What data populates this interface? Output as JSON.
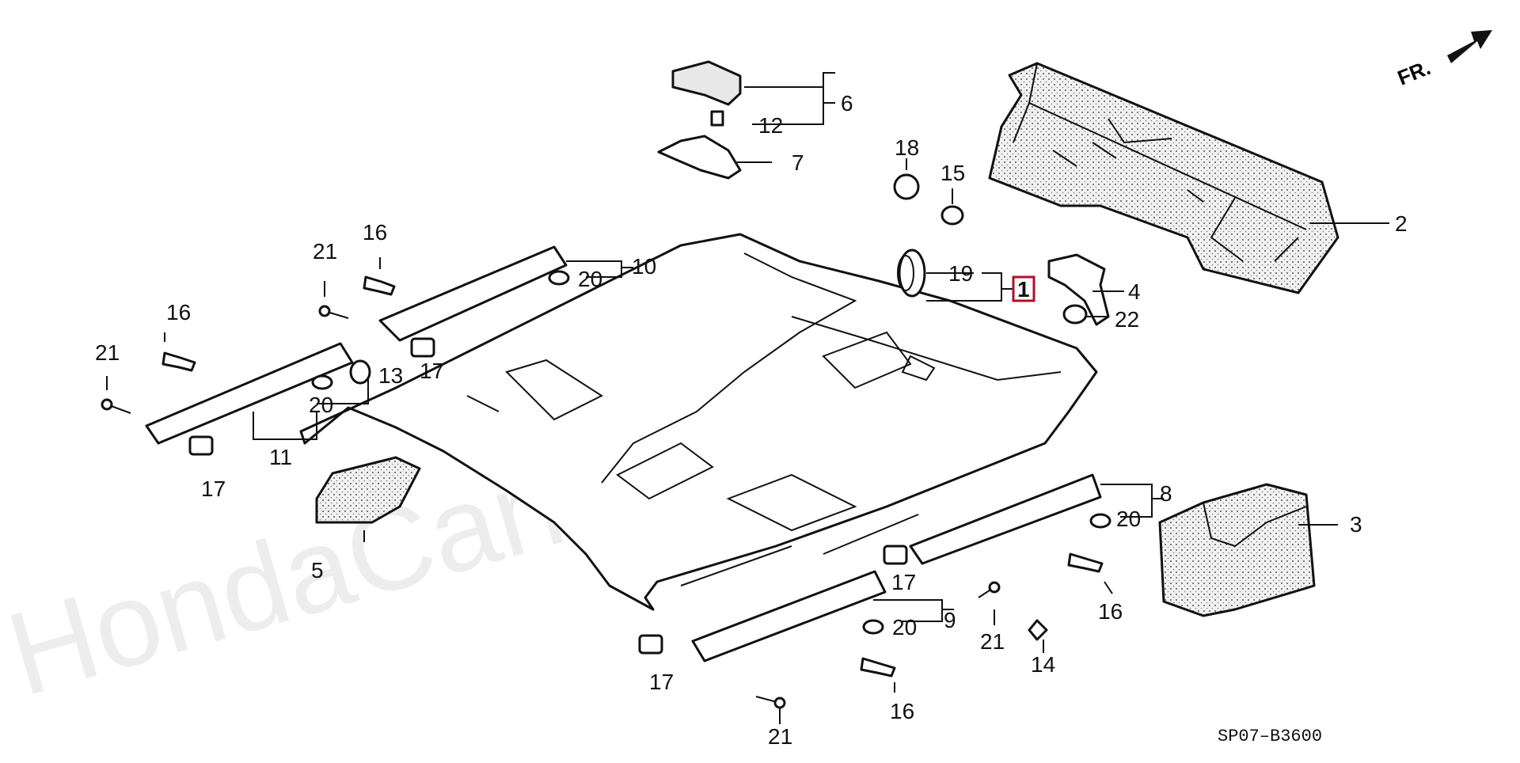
{
  "diagram": {
    "watermark": "HondaCarMine.ru",
    "direction_label": "FR.",
    "drawing_code": "SP07–B3600",
    "highlight_color": "#b0102a",
    "labels": {
      "p1": "1",
      "p2": "2",
      "p3": "3",
      "p4": "4",
      "p5": "5",
      "p6": "6",
      "p7": "7",
      "p8": "8",
      "p9": "9",
      "p10": "10",
      "p11": "11",
      "p12": "12",
      "p13": "13",
      "p14": "14",
      "p15": "15",
      "p18": "18",
      "p19": "19",
      "p22": "22",
      "p16a": "16",
      "p16b": "16",
      "p16c": "16",
      "p16d": "16",
      "p17a": "17",
      "p17b": "17",
      "p17c": "17",
      "p17d": "17",
      "p20a": "20",
      "p20b": "20",
      "p20c": "20",
      "p20d": "20",
      "p21a": "21",
      "p21b": "21",
      "p21c": "21",
      "p21d": "21"
    }
  }
}
